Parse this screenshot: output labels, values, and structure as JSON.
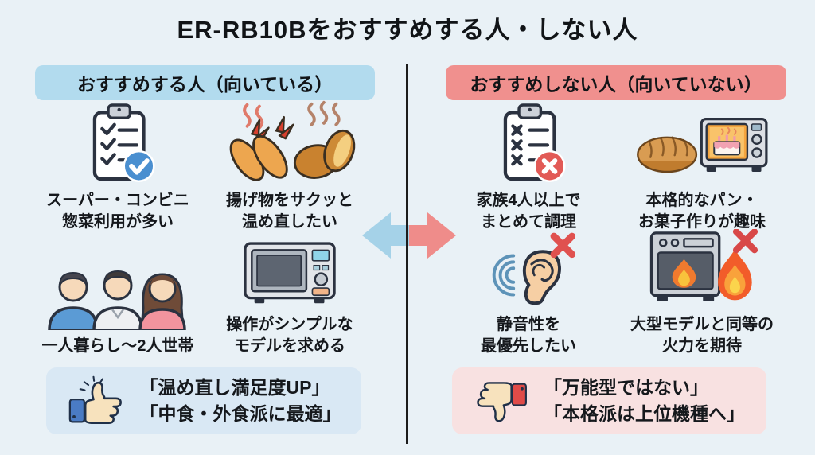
{
  "title": "ER-RB10Bをおすすめする人・しない人",
  "recommended": {
    "header": "おすすめする人（向いている）",
    "items": [
      {
        "icon": "clipboard-check-icon",
        "line1": "スーパー・コンビニ",
        "line2": "惣菜利用が多い"
      },
      {
        "icon": "fried-food-steam-icon",
        "line1": "揚げ物をサクッと",
        "line2": "温め直したい"
      },
      {
        "icon": "people-household-icon",
        "line1": "一人暮らし〜2人世帯",
        "line2": ""
      },
      {
        "icon": "simple-microwave-icon",
        "line1": "操作がシンプルな",
        "line2": "モデルを求める"
      }
    ],
    "summary": {
      "icon": "thumbs-up-icon",
      "line1": "「温め直し満足度UP」",
      "line2": "「中食・外食派に最適」"
    }
  },
  "not_recommended": {
    "header": "おすすめしない人（向いていない）",
    "items": [
      {
        "icon": "clipboard-cross-icon",
        "line1": "家族4人以上で",
        "line2": "まとめて調理"
      },
      {
        "icon": "bread-oven-icon",
        "line1": "本格的なパン・",
        "line2": "お菓子作りが趣味"
      },
      {
        "icon": "ear-noise-cross-icon",
        "line1": "静音性を",
        "line2": "最優先したい"
      },
      {
        "icon": "oven-fire-cross-icon",
        "line1": "大型モデルと同等の",
        "line2": "火力を期待"
      }
    ],
    "summary": {
      "icon": "thumbs-down-icon",
      "line1": "「万能型ではない」",
      "line2": "「本格派は上位機種へ」"
    }
  },
  "center": {
    "icon": "left-right-arrow-icon"
  },
  "colors": {
    "bg": "#e9f1f6",
    "header-blue": "#b2dbee",
    "header-red": "#f0908e",
    "box-blue": "#d9e8f4",
    "box-red": "#f8e1e1",
    "check-blue": "#4a8fd0",
    "cross-red": "#e25a56",
    "arrow-blue": "#a5d2e8",
    "arrow-red": "#ef8c8a",
    "divider": "#1c1c1c",
    "text": "#15181c"
  }
}
